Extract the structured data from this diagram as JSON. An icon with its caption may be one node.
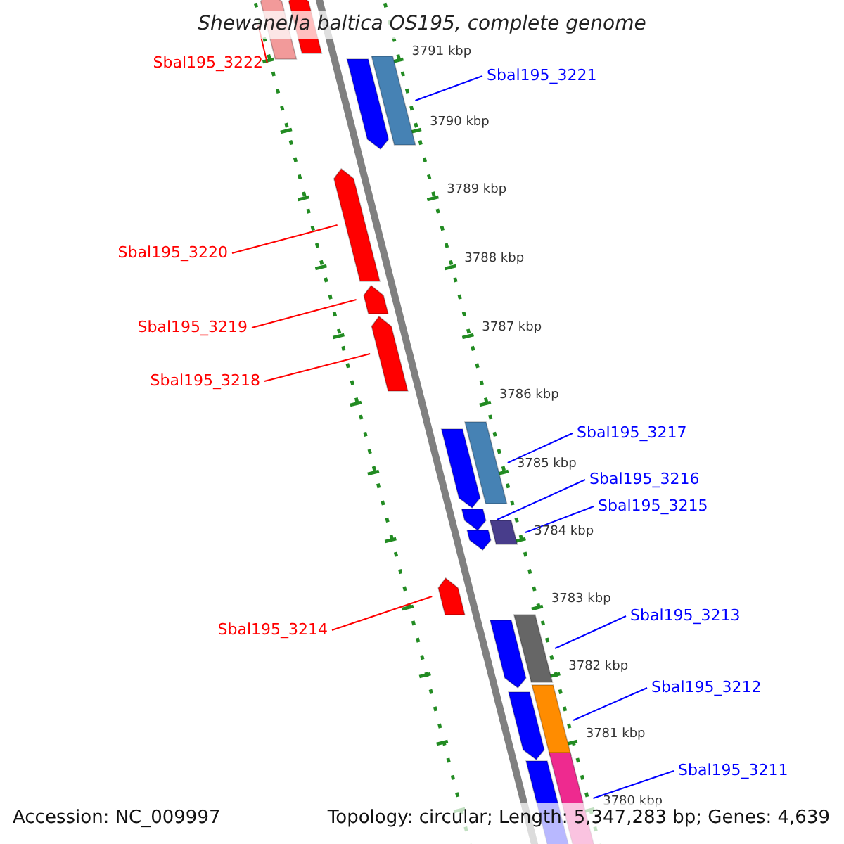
{
  "diagram": {
    "title": "Shewanella baltica OS195, complete genome",
    "nodes": [
      {
        "text": [
          "Sbal195_3222"
        ]
      },
      {
        "text": [
          "Sbal195_3221"
        ]
      },
      {
        "text": [
          "Sbal195_3220"
        ]
      },
      {
        "text": [
          "Sbal195_3219"
        ]
      },
      {
        "text": [
          "Sbal195_3218"
        ]
      },
      {
        "text": [
          "Sbal195_3217"
        ]
      },
      {
        "text": [
          "Sbal195_3216"
        ]
      },
      {
        "text": [
          "Sbal195_3215"
        ]
      },
      {
        "text": [
          "Sbal195_3213"
        ]
      },
      {
        "text": [
          "Sbal195_3214"
        ]
      },
      {
        "text": [
          "Sbal195_3212"
        ]
      },
      {
        "text": [
          "Sbal195_3211"
        ]
      },
      {
        "text": [],
        "shape": "bar"
      },
      {
        "text": [],
        "shape": "bar"
      },
      {
        "text": [],
        "shape": "bar"
      },
      {
        "text": [],
        "shape": "bar"
      },
      {
        "text": [],
        "shape": "bar"
      },
      {
        "text": [],
        "shape": "bar"
      },
      {
        "text": [],
        "shape": "bar"
      },
      {
        "text": [],
        "shape": "bar"
      },
      {
        "text": [],
        "shape": "bar"
      },
      {
        "text": [],
        "shape": "bar"
      },
      {
        "text": [],
        "shape": "bar"
      },
      {
        "text": [],
        "shape": "bar"
      },
      {
        "text": [],
        "shape": "bar"
      },
      {
        "text": [],
        "shape": "bar"
      },
      {
        "text": [],
        "shape": "bar"
      },
      {
        "text": [],
        "shape": "bar"
      },
      {
        "text": [],
        "shape": "bar"
      },
      {
        "text": [],
        "shape": "bar"
      },
      {
        "text": [],
        "shape": "bar"
      }
    ],
    "edges": [
      {
        "from": 0,
        "to": 12,
        "arrow": "none",
        "color": "#ff0000"
      },
      {
        "from": 1,
        "to": 15,
        "arrow": "none"
      },
      {
        "from": 2,
        "to": 16,
        "arrow": "none",
        "color": "#ff0000"
      },
      {
        "from": 3,
        "to": 17,
        "arrow": "none",
        "color": "#ff0000"
      },
      {
        "from": 4,
        "to": 18,
        "arrow": "none",
        "color": "#ff0000"
      },
      {
        "from": 5,
        "to": 20,
        "arrow": "none"
      },
      {
        "from": 6,
        "to": 21,
        "arrow": "none"
      },
      {
        "from": 7,
        "to": 23,
        "arrow": "none"
      },
      {
        "from": 8,
        "to": 26,
        "arrow": "none"
      },
      {
        "from": 9,
        "to": 24,
        "arrow": "none",
        "color": "#ff0000"
      },
      {
        "from": 10,
        "to": 28,
        "arrow": "none"
      },
      {
        "from": 11,
        "to": 30,
        "arrow": "none"
      }
    ],
    "labels": [
      "3791 kbp",
      "3790 kbp",
      "3789 kbp",
      "3788 kbp",
      "3787 kbp",
      "3786 kbp",
      "3785 kbp",
      "3784 kbp",
      "3783 kbp",
      "3782 kbp",
      "3781 kbp",
      "3780 kbp",
      "Accession: NC_009997",
      "Topology: circular; Length: 5,347,283 bp; Genes: 4,639"
    ]
  }
}
